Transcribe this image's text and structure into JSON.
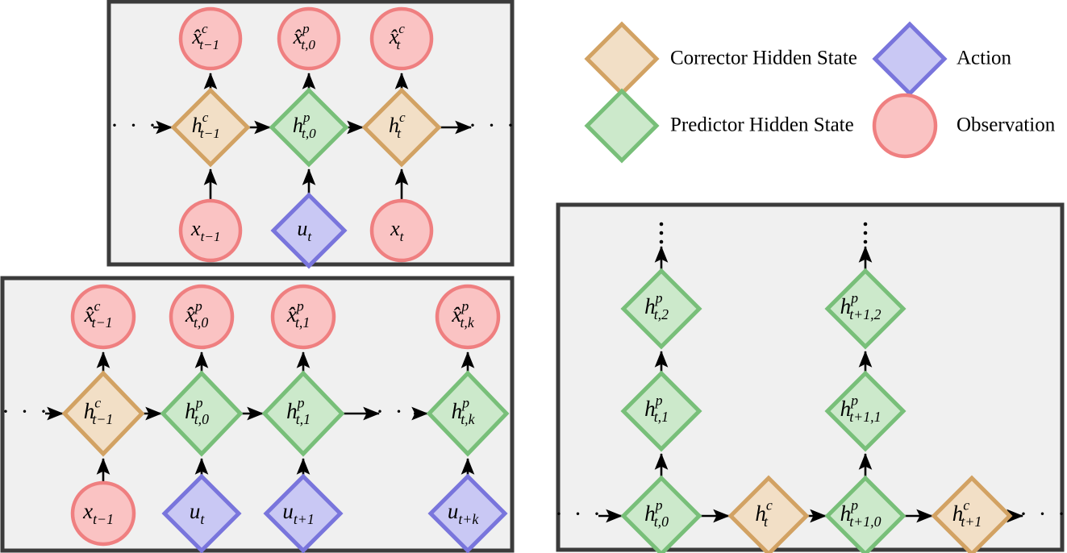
{
  "figure": {
    "type": "diagram",
    "description": "Recurrent predictor-corrector state-space model unrolled graphs",
    "background": "#ffffff",
    "panel_background": "#f0f0f0",
    "panel_border": "#3b3b3b"
  },
  "palette": {
    "corrector_fill": "#f2dfc6",
    "corrector_stroke": "#d2a263",
    "predictor_fill": "#cce9cb",
    "predictor_stroke": "#78bf79",
    "observation_fill": "#fac3c3",
    "observation_stroke": "#ef7f80",
    "action_fill": "#c9c8f4",
    "action_stroke": "#7975dc",
    "arrow": "#000000",
    "text": "#000000"
  },
  "legend": {
    "items": [
      {
        "shape": "diamond",
        "kind": "corrector",
        "label": "Corrector Hidden State"
      },
      {
        "shape": "diamond",
        "kind": "action",
        "label": "Action"
      },
      {
        "shape": "diamond",
        "kind": "predictor",
        "label": "Predictor Hidden State"
      },
      {
        "shape": "circle",
        "kind": "observation",
        "label": "Observation"
      }
    ]
  },
  "panels": [
    {
      "id": "panel-top-left",
      "name": "filtering-unrolled-graph",
      "nodes": {
        "outputs": [
          {
            "base": "x̂",
            "sup": "c",
            "sub": "t−1"
          },
          {
            "base": "x̂",
            "sup": "p",
            "sub": "t,0"
          },
          {
            "base": "x̂",
            "sup": "c",
            "sub": "t"
          }
        ],
        "hidden": [
          {
            "base": "h",
            "sup": "c",
            "sub": "t−1",
            "kind": "corrector"
          },
          {
            "base": "h",
            "sup": "p",
            "sub": "t,0",
            "kind": "predictor"
          },
          {
            "base": "h",
            "sup": "c",
            "sub": "t",
            "kind": "corrector"
          }
        ],
        "inputs": [
          {
            "base": "x",
            "sup": "",
            "sub": "t−1",
            "kind": "observation"
          },
          {
            "base": "u",
            "sup": "",
            "sub": "t",
            "kind": "action"
          },
          {
            "base": "x",
            "sup": "",
            "sub": "t",
            "kind": "observation"
          }
        ]
      },
      "ellipsis_left": "· · ·",
      "ellipsis_right": "· · ·"
    },
    {
      "id": "panel-bottom-left",
      "name": "multi-step-prediction-unrolled-graph",
      "nodes": {
        "outputs": [
          {
            "base": "x̂",
            "sup": "c",
            "sub": "t−1"
          },
          {
            "base": "x̂",
            "sup": "p",
            "sub": "t,0"
          },
          {
            "base": "x̂",
            "sup": "p",
            "sub": "t,1"
          },
          {
            "base": "x̂",
            "sup": "p",
            "sub": "t,k"
          }
        ],
        "hidden": [
          {
            "base": "h",
            "sup": "c",
            "sub": "t−1",
            "kind": "corrector"
          },
          {
            "base": "h",
            "sup": "p",
            "sub": "t,0",
            "kind": "predictor"
          },
          {
            "base": "h",
            "sup": "p",
            "sub": "t,1",
            "kind": "predictor"
          },
          {
            "base": "h",
            "sup": "p",
            "sub": "t,k",
            "kind": "predictor"
          }
        ],
        "inputs": [
          {
            "base": "x",
            "sup": "",
            "sub": "t−1",
            "kind": "observation"
          },
          {
            "base": "u",
            "sup": "",
            "sub": "t",
            "kind": "action"
          },
          {
            "base": "u",
            "sup": "",
            "sub": "t+1",
            "kind": "action"
          },
          {
            "base": "u",
            "sup": "",
            "sub": "t+k",
            "kind": "action"
          }
        ]
      },
      "ellipsis_left": "· · ·",
      "ellipsis_mid": "· · ·"
    },
    {
      "id": "panel-right",
      "name": "hierarchical-predictor-corrector-graph",
      "bottom_row": [
        {
          "base": "h",
          "sup": "p",
          "sub": "t,0",
          "kind": "predictor"
        },
        {
          "base": "h",
          "sup": "c",
          "sub": "t",
          "kind": "corrector"
        },
        {
          "base": "h",
          "sup": "p",
          "sub": "t+1,0",
          "kind": "predictor"
        },
        {
          "base": "h",
          "sup": "c",
          "sub": "t+1",
          "kind": "corrector"
        }
      ],
      "stack_a": [
        {
          "base": "h",
          "sup": "p",
          "sub": "t,1",
          "kind": "predictor"
        },
        {
          "base": "h",
          "sup": "p",
          "sub": "t,2",
          "kind": "predictor"
        }
      ],
      "stack_b": [
        {
          "base": "h",
          "sup": "p",
          "sub": "t+1,1",
          "kind": "predictor"
        },
        {
          "base": "h",
          "sup": "p",
          "sub": "t+1,2",
          "kind": "predictor"
        }
      ],
      "ellipsis_left": "· · ·",
      "ellipsis_right": "· · ·",
      "vertical_ellipsis": "⋮"
    }
  ]
}
